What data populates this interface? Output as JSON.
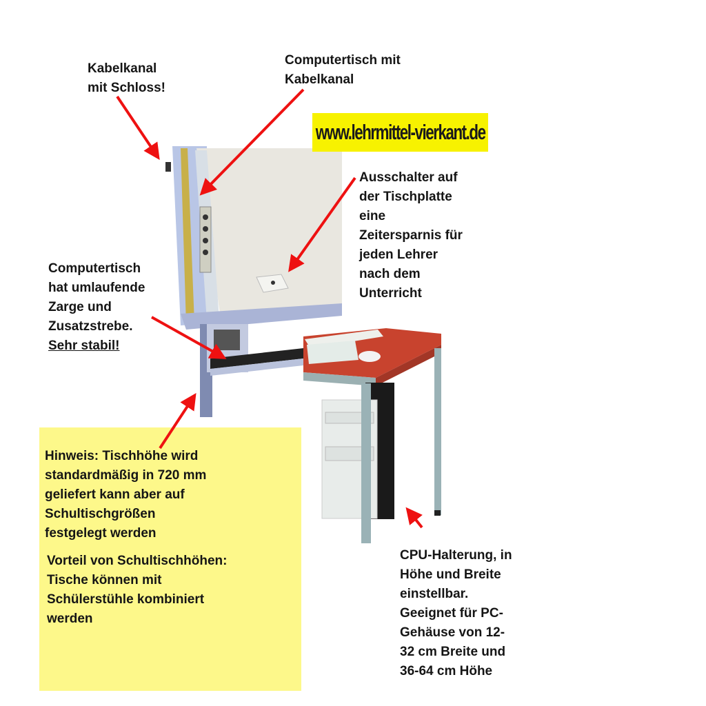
{
  "banner": {
    "url": "www.lehrmittel-vierkant.de",
    "bg_color": "#f7f200"
  },
  "callouts": {
    "cable_lock": "Kabelkanal\nmit Schloss!",
    "computer_desk": "Computertisch mit\nKabelkanal",
    "switch": "Ausschalter auf\nder Tischplatte\neine\nZeitersparnis für\njeden Lehrer\nnach dem\nUnterricht",
    "frame": "Computertisch\nhat umlaufende\nZarge und\nZusatzstrebe.",
    "frame_emphasis": "Sehr stabil!",
    "cpu_holder": "CPU-Halterung, in\nHöhe und Breite\neinstellbar.\nGeeignet für PC-\nGehäuse von 12-\n32 cm Breite und\n36-64 cm Höhe"
  },
  "note_box": {
    "hint": "Hinweis: Tischhöhe wird\nstandardmäßig in 720 mm\ngeliefert kann aber auf\nSchultischgrößen\nfestgelegt werden",
    "advantage": "Vorteil von Schultischhöhen:\nTische können mit\nSchülerstühle kombiniert\nwerden",
    "bg_color": "#fdf88a"
  },
  "colors": {
    "arrow": "#ee1111",
    "desk_top": "#c8432e",
    "frame": "#9aa6c8"
  }
}
